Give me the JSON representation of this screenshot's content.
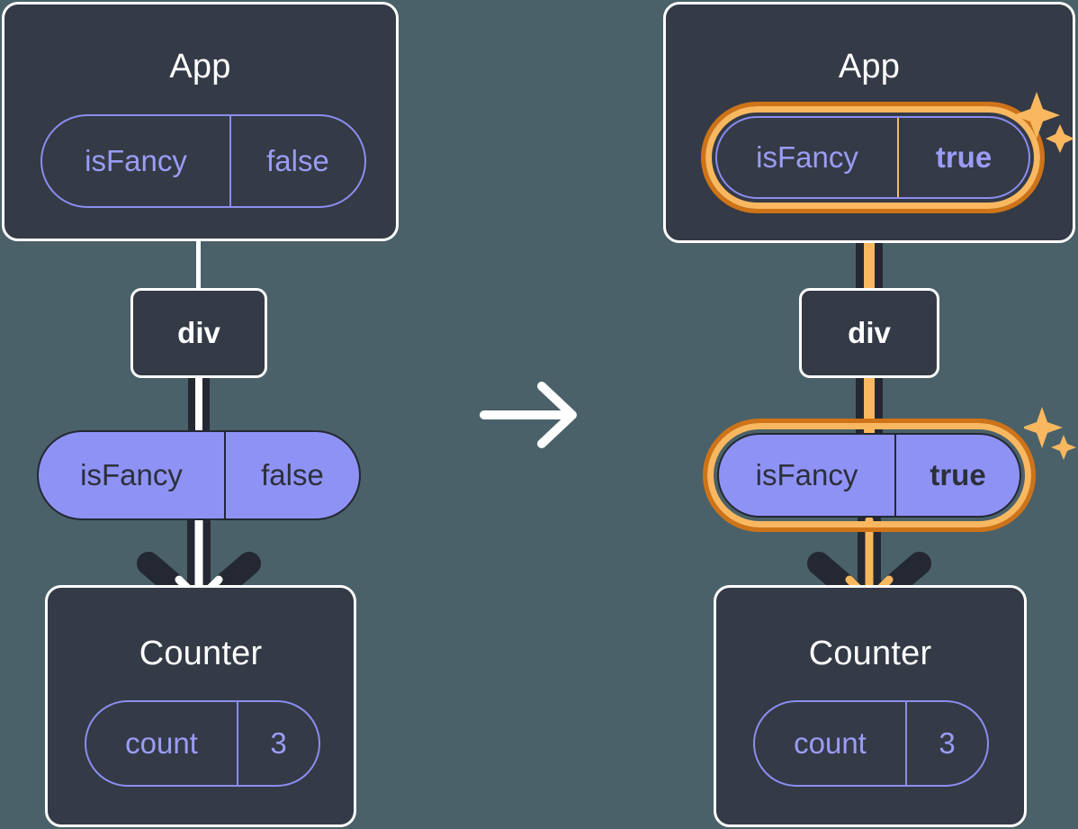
{
  "diagram": {
    "title_left": "App",
    "title_right": "App",
    "background_color": "#4a6169",
    "box_color": "#343a46",
    "accent_purple": "#8f92f5",
    "accent_orange": "#f9b860",
    "accent_orange_dark": "#cf7318",
    "transition_icon": "right-arrow-icon"
  },
  "left": {
    "app": {
      "title": "App",
      "state": {
        "key": "isFancy",
        "value": "false"
      }
    },
    "div_node": {
      "label": "div"
    },
    "prop_pill": {
      "key": "isFancy",
      "value": "false"
    },
    "counter": {
      "title": "Counter",
      "state": {
        "key": "count",
        "value": "3"
      }
    }
  },
  "right": {
    "app": {
      "title": "App",
      "state": {
        "key": "isFancy",
        "value": "true"
      },
      "highlight": true,
      "sparkle_icon": "sparkles-icon"
    },
    "div_node": {
      "label": "div"
    },
    "prop_pill": {
      "key": "isFancy",
      "value": "true",
      "highlight": true,
      "sparkle_icon": "sparkles-icon"
    },
    "counter": {
      "title": "Counter",
      "state": {
        "key": "count",
        "value": "3"
      }
    }
  }
}
